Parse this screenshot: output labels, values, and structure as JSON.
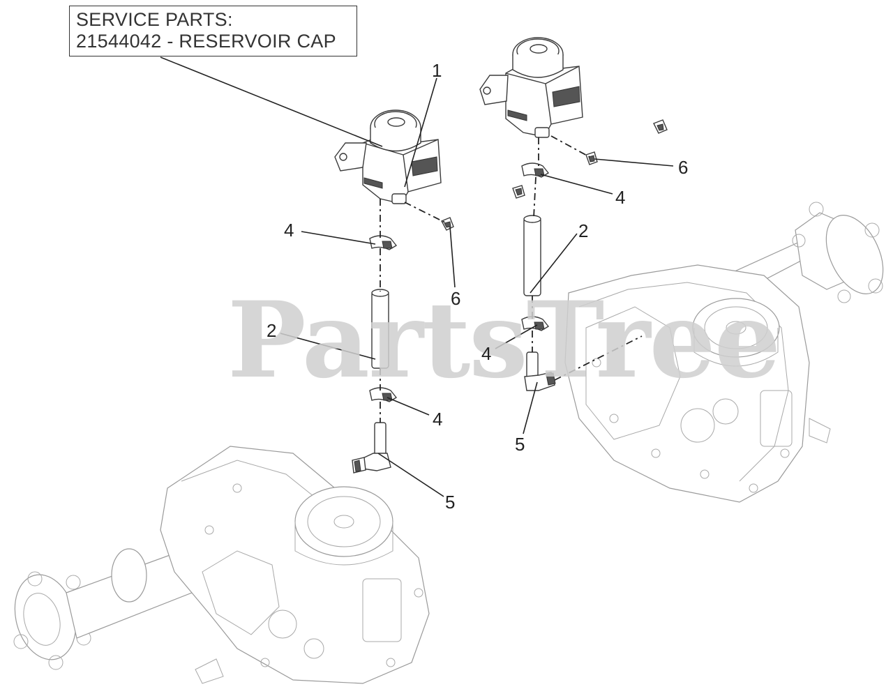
{
  "service_box": {
    "line1": "SERVICE PARTS:",
    "line2": "21544042 - RESERVOIR CAP"
  },
  "watermark": "PartsTree",
  "callouts": [
    {
      "id": "c1",
      "text": "1"
    },
    {
      "id": "c2a",
      "text": "2"
    },
    {
      "id": "c2b",
      "text": "2"
    },
    {
      "id": "c4a",
      "text": "4"
    },
    {
      "id": "c4b",
      "text": "4"
    },
    {
      "id": "c4c",
      "text": "4"
    },
    {
      "id": "c4d",
      "text": "4"
    },
    {
      "id": "c5a",
      "text": "5"
    },
    {
      "id": "c5b",
      "text": "5"
    },
    {
      "id": "c6a",
      "text": "6"
    },
    {
      "id": "c6b",
      "text": "6"
    }
  ]
}
